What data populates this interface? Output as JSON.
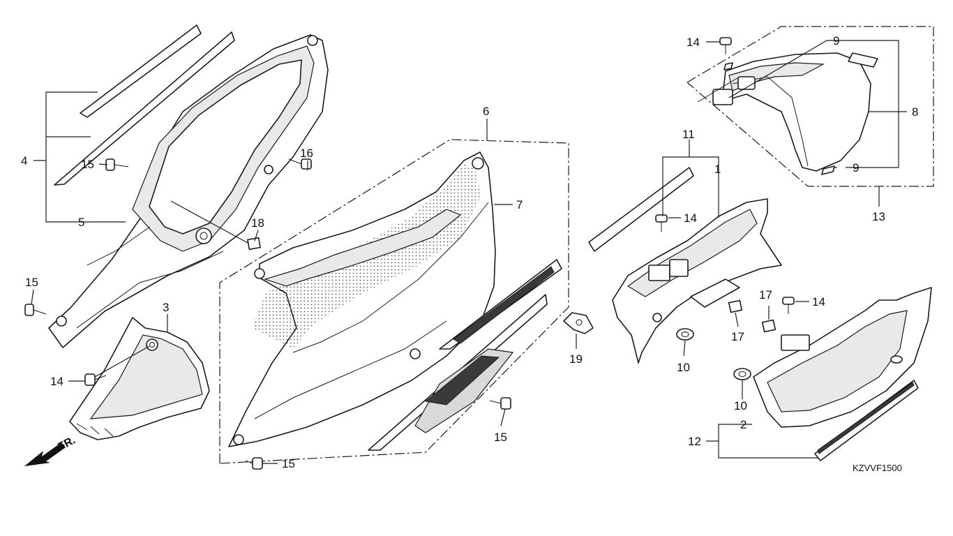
{
  "diagram_code": "KZVVF1500",
  "front_label": "FR.",
  "icons": {
    "front_arrow": "arrow-down-left-icon",
    "bolt": "bolt-icon",
    "grommet": "grommet-icon",
    "clip": "clip-icon"
  },
  "callouts": {
    "c1": "1",
    "c2": "2",
    "c3": "3",
    "c4": "4",
    "c5": "5",
    "c6": "6",
    "c7": "7",
    "c8": "8",
    "c9a": "9",
    "c9b": "9",
    "c10a": "10",
    "c10b": "10",
    "c11": "11",
    "c12": "12",
    "c13": "13",
    "c14a": "14",
    "c14b": "14",
    "c14c": "14",
    "c14d": "14",
    "c15a": "15",
    "c15b": "15",
    "c15c": "15",
    "c15d": "15",
    "c16": "16",
    "c17a": "17",
    "c17b": "17",
    "c18": "18",
    "c19": "19"
  }
}
